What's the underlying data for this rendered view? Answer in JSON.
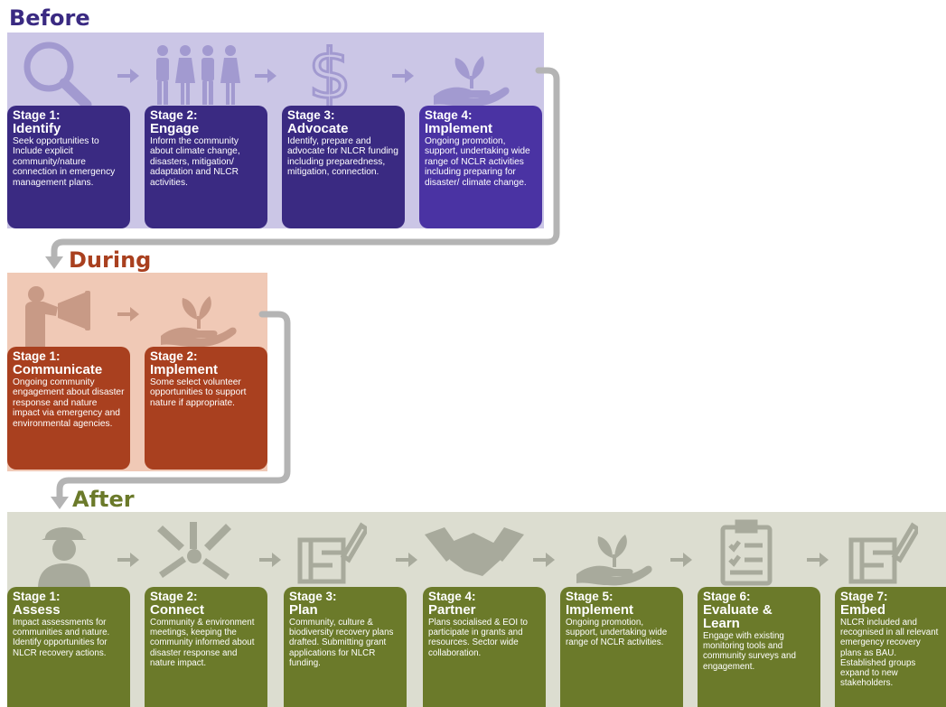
{
  "colors": {
    "before_band": "#cbc6e6",
    "before_card": "#3a2a82",
    "before_card_last": "#4a33a3",
    "during_band": "#f0c9b6",
    "during_card": "#a9401f",
    "after_band": "#dcddd0",
    "after_card": "#6b7a2a",
    "icon_before": "#a29ad0",
    "icon_during": "#c89a86",
    "icon_after": "#a8aa9c",
    "connector": "#b4b4b4"
  },
  "before": {
    "heading": "Before",
    "stages": [
      {
        "stage": "Stage 1:",
        "name": "Identify",
        "desc": "Seek opportunities to Include explicit community/nature connection in emergency management plans.",
        "icon": "magnifier-icon"
      },
      {
        "stage": "Stage 2:",
        "name": "Engage",
        "desc": "Inform the community about climate change, disasters, mitigation/ adaptation and NLCR activities.",
        "icon": "people-icon"
      },
      {
        "stage": "Stage 3:",
        "name": "Advocate",
        "desc": "Identify, prepare and advocate for NLCR funding including preparedness, mitigation, connection.",
        "icon": "dollar-icon"
      },
      {
        "stage": "Stage 4:",
        "name": "Implement",
        "desc": "Ongoing promotion, support, undertaking wide range of NCLR activities including preparing for disaster/ climate change.",
        "icon": "plant-hand-icon"
      }
    ]
  },
  "during": {
    "heading": "During",
    "stages": [
      {
        "stage": "Stage 1:",
        "name": "Communicate",
        "desc": "Ongoing community engagement about disaster response and nature impact via emergency and environmental agencies.",
        "icon": "megaphone-icon"
      },
      {
        "stage": "Stage 2:",
        "name": "Implement",
        "desc": "Some select volunteer opportunities to support nature if appropriate.",
        "icon": "plant-hand-icon"
      }
    ]
  },
  "after": {
    "heading": "After",
    "stages": [
      {
        "stage": "Stage 1:",
        "name": "Assess",
        "desc": "Impact assessments for communities and nature. Identify opportunities for NLCR recovery actions.",
        "icon": "worker-icon"
      },
      {
        "stage": "Stage 2:",
        "name": "Connect",
        "desc": "Community & environment meetings, keeping the community informed about disaster response and nature impact.",
        "icon": "hands-icon"
      },
      {
        "stage": "Stage 3:",
        "name": "Plan",
        "desc": "Community, culture & biodiversity recovery plans drafted. Submitting grant applications for NLCR funding.",
        "icon": "blueprint-icon"
      },
      {
        "stage": "Stage 4:",
        "name": "Partner",
        "desc": "Plans socialised & EOI to participate in grants and resources. Sector wide collaboration.",
        "icon": "handshake-icon"
      },
      {
        "stage": "Stage 5:",
        "name": "Implement",
        "desc": "Ongoing promotion, support, undertaking wide range of NCLR activities.",
        "icon": "plant-hand-icon"
      },
      {
        "stage": "Stage 6:",
        "name": "Evaluate & Learn",
        "desc": "Engage with existing monitoring tools and community surveys and engagement.",
        "icon": "clipboard-icon"
      },
      {
        "stage": "Stage 7:",
        "name": "Embed",
        "desc": "NLCR included and recognised in all relevant emergency recovery plans as BAU. Established groups expand to new stakeholders.",
        "icon": "blueprint-icon"
      }
    ]
  }
}
